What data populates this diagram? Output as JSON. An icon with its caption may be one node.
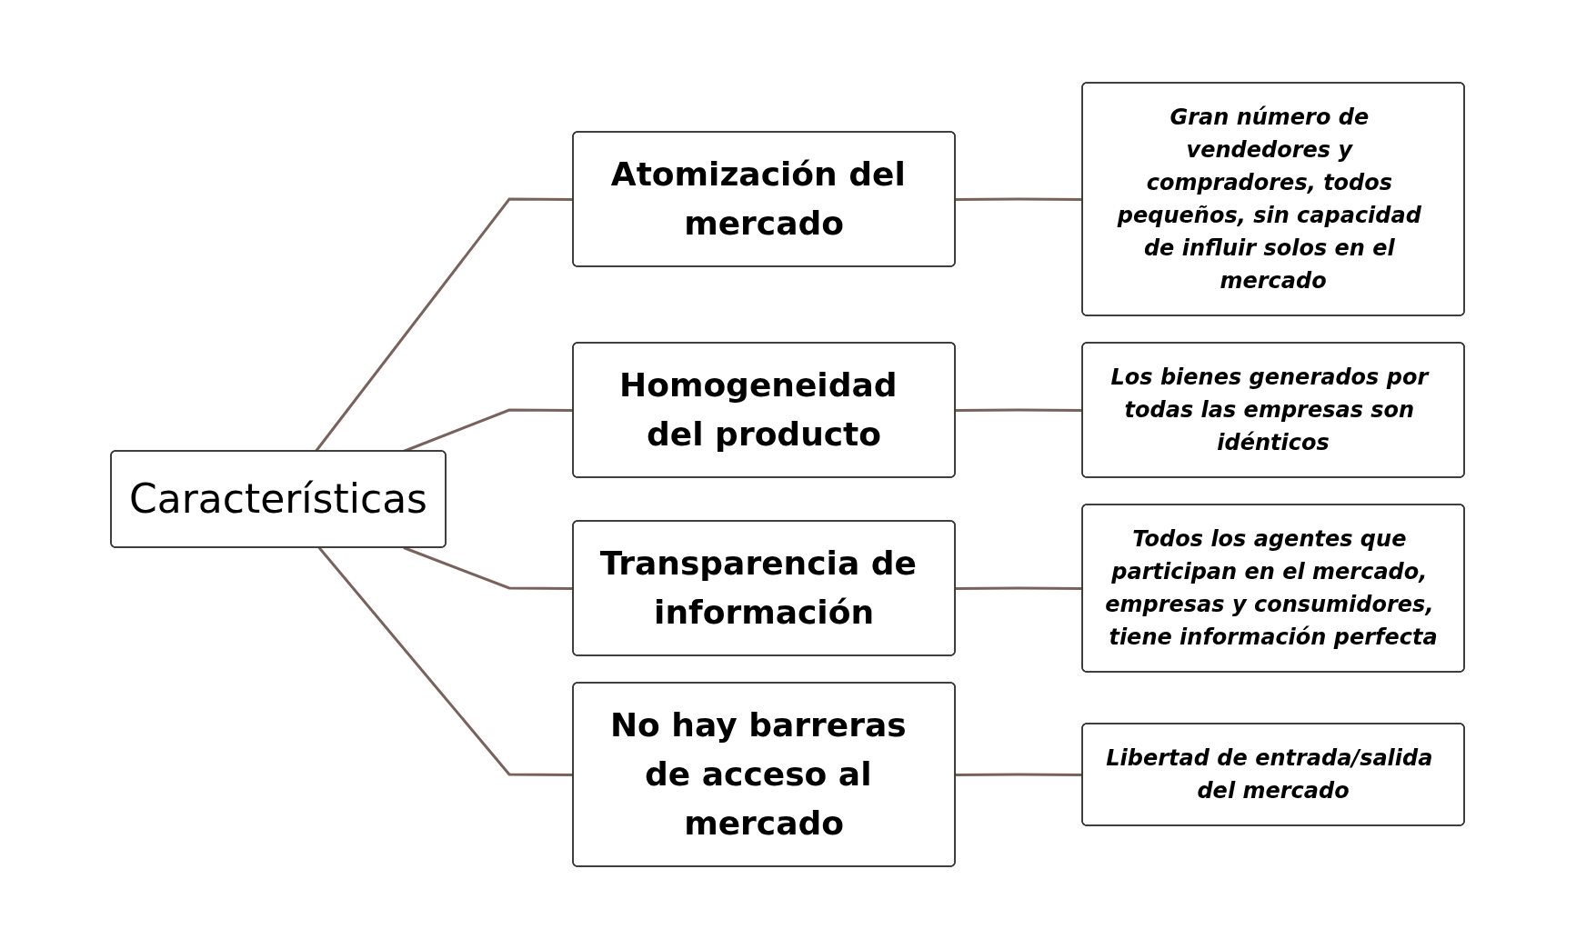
{
  "diagram": {
    "nodes": [
      {
        "text": [
          "Características"
        ]
      },
      {
        "text": [
          "Atomización del mercado"
        ]
      },
      {
        "text": [
          "Gran número de vendedores y compradores, todos pequeños, sin capacidad de influir solos en el mercado"
        ]
      },
      {
        "text": [
          "Homogeneidad del producto"
        ]
      },
      {
        "text": [
          "Los bienes generados por todas las empresas son idénticos"
        ]
      },
      {
        "text": [
          "Transparencia de información"
        ]
      },
      {
        "text": [
          "Todos los agentes que participan en el mercado, empresas y consumidores, tiene información perfecta"
        ]
      },
      {
        "text": [
          "No hay barreras de acceso al mercado"
        ]
      },
      {
        "text": [
          "Libertad de entrada/salida del mercado"
        ]
      }
    ],
    "edges": [
      {
        "from": 0,
        "to": 1,
        "arrow": "none"
      },
      {
        "from": 0,
        "to": 3,
        "arrow": "none"
      },
      {
        "from": 0,
        "to": 5,
        "arrow": "none"
      },
      {
        "from": 0,
        "to": 7,
        "arrow": "none"
      },
      {
        "from": 1,
        "to": 2,
        "arrow": "none"
      },
      {
        "from": 3,
        "to": 4,
        "arrow": "none"
      },
      {
        "from": 5,
        "to": 6,
        "arrow": "none"
      },
      {
        "from": 7,
        "to": 8,
        "arrow": "none"
      }
    ]
  }
}
